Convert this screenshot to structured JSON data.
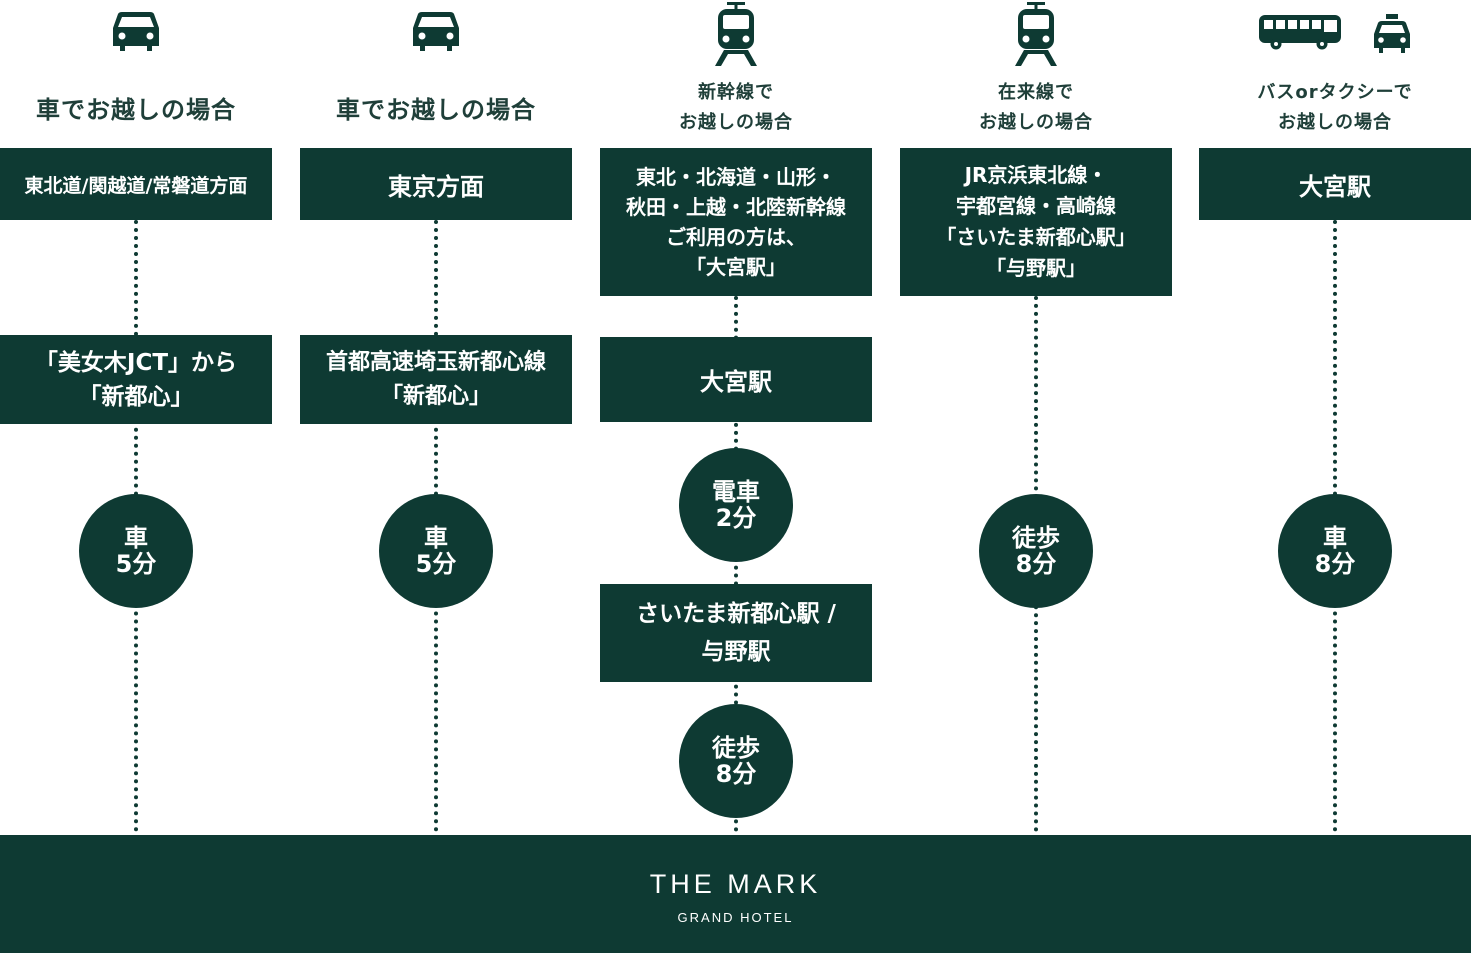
{
  "colors": {
    "primary": "#0e3a33",
    "text_on_primary": "#ffffff",
    "heading": "#1f3f39"
  },
  "columns": [
    {
      "icons": [
        "car-icon"
      ],
      "heading": [
        "車でお越しの場合"
      ],
      "steps": [
        {
          "type": "box",
          "lines": [
            "東北道/関越道/常磐道方面"
          ]
        },
        {
          "type": "box",
          "lines": [
            "「美女木JCT」から",
            "「新都心」"
          ]
        },
        {
          "type": "circle",
          "lines": [
            "車",
            "5分"
          ]
        }
      ]
    },
    {
      "icons": [
        "car-icon"
      ],
      "heading": [
        "車でお越しの場合"
      ],
      "steps": [
        {
          "type": "box",
          "lines": [
            "東京方面"
          ]
        },
        {
          "type": "box",
          "lines": [
            "首都高速埼玉新都心線",
            "「新都心」"
          ]
        },
        {
          "type": "circle",
          "lines": [
            "車",
            "5分"
          ]
        }
      ]
    },
    {
      "icons": [
        "train-icon"
      ],
      "heading": [
        "新幹線で",
        "お越しの場合"
      ],
      "steps": [
        {
          "type": "box",
          "lines": [
            "東北・北海道・山形・",
            "秋田・上越・北陸新幹線",
            "ご利用の方は、",
            "「大宮駅」"
          ]
        },
        {
          "type": "box",
          "lines": [
            "大宮駅"
          ]
        },
        {
          "type": "circle",
          "lines": [
            "電車",
            "2分"
          ]
        },
        {
          "type": "box",
          "lines": [
            "さいたま新都心駅 /",
            "与野駅"
          ]
        },
        {
          "type": "circle",
          "lines": [
            "徒歩",
            "8分"
          ]
        }
      ]
    },
    {
      "icons": [
        "train-icon"
      ],
      "heading": [
        "在来線で",
        "お越しの場合"
      ],
      "steps": [
        {
          "type": "box",
          "lines": [
            "JR京浜東北線・",
            "宇都宮線・高崎線",
            "「さいたま新都心駅」",
            "「与野駅」"
          ]
        },
        {
          "type": "circle",
          "lines": [
            "徒歩",
            "8分"
          ]
        }
      ]
    },
    {
      "icons": [
        "bus-icon",
        "taxi-icon"
      ],
      "heading": [
        "バスorタクシーで",
        "お越しの場合"
      ],
      "steps": [
        {
          "type": "box",
          "lines": [
            "大宮駅"
          ]
        },
        {
          "type": "circle",
          "lines": [
            "車",
            "8分"
          ]
        }
      ]
    }
  ],
  "footer": {
    "brand_name": "THE MARK",
    "brand_sub": "GRAND HOTEL"
  }
}
